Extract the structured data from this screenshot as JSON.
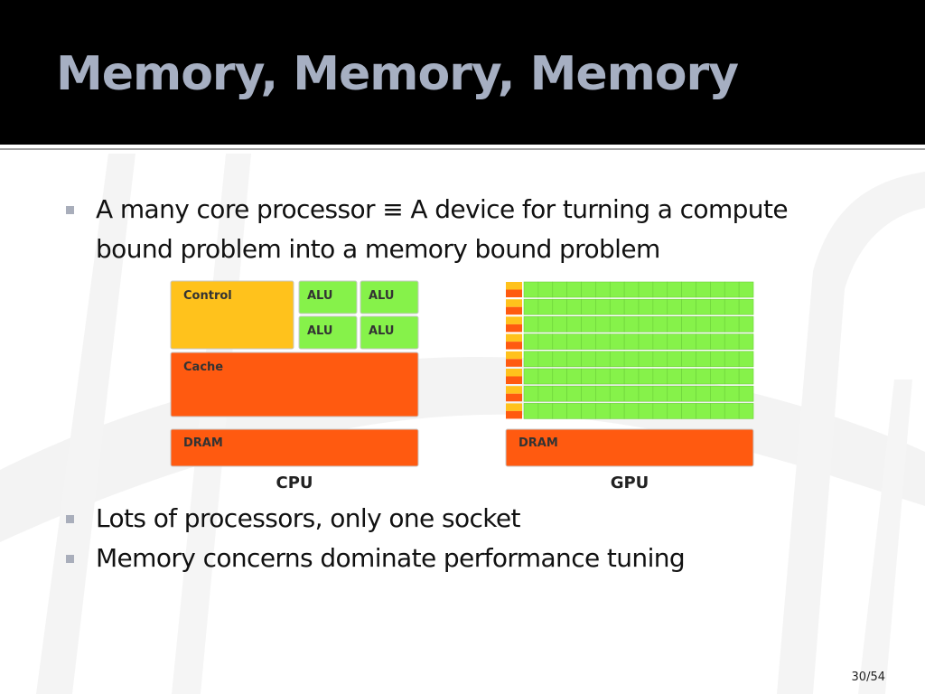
{
  "slide": {
    "title": "Memory, Memory, Memory",
    "page_number": "30/54"
  },
  "bullets": [
    {
      "text": "A many core processor ≡ A device for turning a compute\nbound problem into a memory bound problem"
    },
    {
      "text": "Lots of processors, only one socket"
    },
    {
      "text": "Memory concerns dominate performance tuning"
    }
  ],
  "diagram": {
    "cpu": {
      "caption": "CPU",
      "control_label": "Control",
      "alu_labels": [
        "ALU",
        "ALU",
        "ALU",
        "ALU"
      ],
      "cache_label": "Cache",
      "dram_label": "DRAM"
    },
    "gpu": {
      "caption": "GPU",
      "dram_label": "DRAM",
      "rows": 8,
      "cells_per_row": 16
    },
    "colors": {
      "control": "#ffc21c",
      "cache": "#ff5a10",
      "dram": "#ff5a10",
      "alu": "#86f24a",
      "gpu_control": "#ffc21c",
      "gpu_cache": "#ff5a10",
      "gpu_alu": "#86f24a",
      "border": "#c8c8c8"
    }
  }
}
